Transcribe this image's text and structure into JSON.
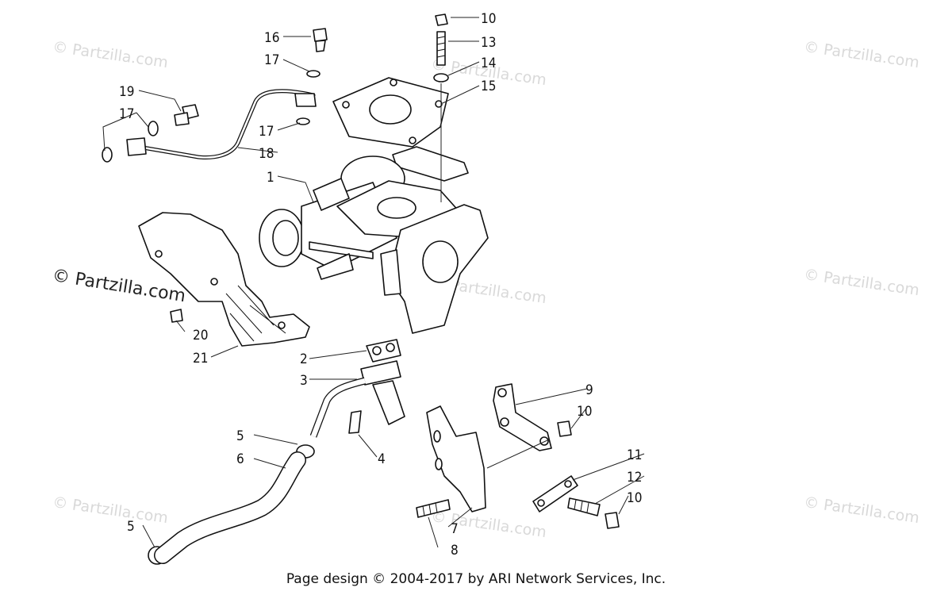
{
  "watermark": "© Partzilla.com",
  "footer": "Page design © 2004-2017 by ARI Network Services, Inc.",
  "callouts": {
    "c1": "1",
    "c2": "2",
    "c3": "3",
    "c4": "4",
    "c5a": "5",
    "c5b": "5",
    "c6": "6",
    "c7": "7",
    "c8": "8",
    "c9": "9",
    "c10a": "10",
    "c10b": "10",
    "c10c": "10",
    "c11": "11",
    "c12": "12",
    "c13": "13",
    "c14": "14",
    "c15": "15",
    "c16": "16",
    "c17a": "17",
    "c17b": "17",
    "c17c": "17",
    "c18": "18",
    "c19": "19",
    "c20": "20",
    "c21": "21"
  }
}
